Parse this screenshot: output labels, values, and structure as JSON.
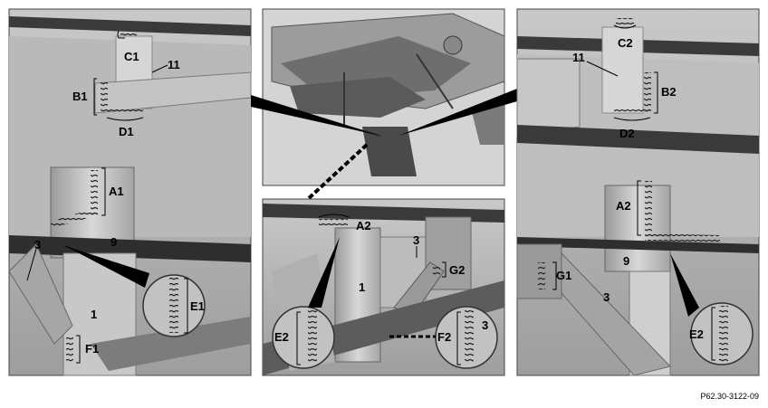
{
  "figure_code": "P62.30-3122-09",
  "left_panel": {
    "labels": {
      "c1": "C1",
      "n11": "11",
      "b1": "B1",
      "d1": "D1",
      "a1": "A1",
      "n9": "9",
      "n3": "3",
      "n1": "1",
      "e1": "E1",
      "f1": "F1"
    }
  },
  "center_top_panel": {},
  "center_bottom_panel": {
    "labels": {
      "a2": "A2",
      "n3": "3",
      "g2": "G2",
      "n1": "1",
      "e2": "E2",
      "f2": "F2",
      "n3b": "3"
    }
  },
  "right_panel": {
    "labels": {
      "c2": "C2",
      "n11": "11",
      "b2": "B2",
      "d2": "D2",
      "a2": "A2",
      "g1": "G1",
      "n9": "9",
      "n3": "3",
      "e2": "E2"
    }
  },
  "colors": {
    "panel_bg": "#b4b4b4",
    "metal_light": "#d2d2d2",
    "metal_mid": "#a8a8a8",
    "dark": "#2a2a2a"
  }
}
